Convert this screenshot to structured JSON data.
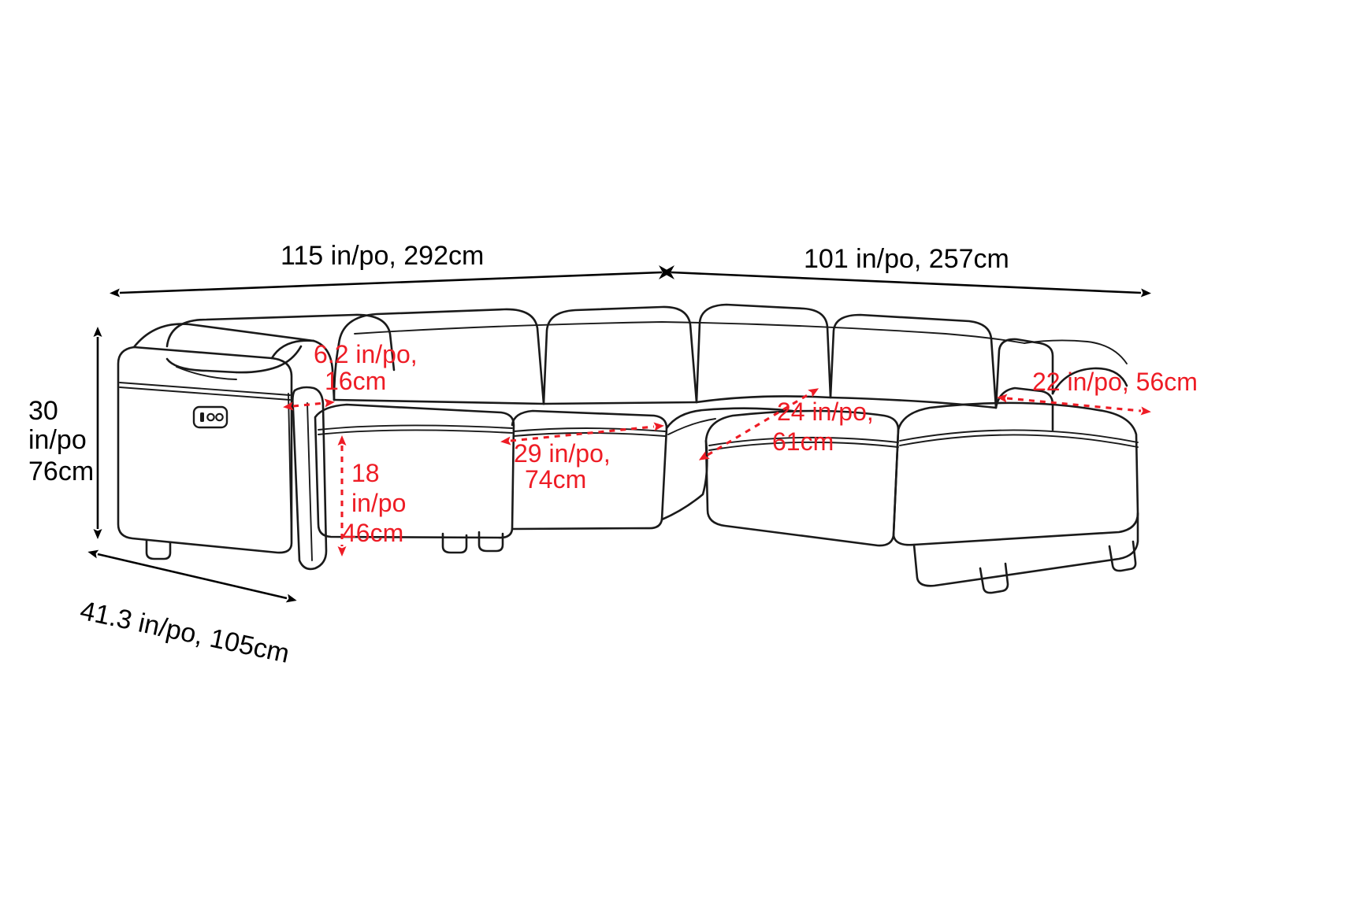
{
  "diagram": {
    "subject": "power-reclining-sectional-sofa",
    "view": "three-quarter-perspective-line-drawing",
    "units_note": "in/po",
    "colors": {
      "outline": "#1a1a1a",
      "overall_dimension": "#000000",
      "detail_dimension": "#ee1c25",
      "background": "#ffffff"
    }
  },
  "dimensions": {
    "overall_width_left": {
      "label": "115 in/po, 292cm",
      "inches": 115,
      "cm": 292,
      "color": "#000000",
      "style": "solid",
      "name": "overall-width-left-section"
    },
    "overall_width_right": {
      "label": "101 in/po, 257cm",
      "inches": 101,
      "cm": 257,
      "color": "#000000",
      "style": "solid",
      "name": "overall-width-right-section"
    },
    "overall_height": {
      "line1": "30",
      "line2": "in/po",
      "line3": "76cm",
      "inches": 30,
      "cm": 76,
      "color": "#000000",
      "style": "solid",
      "name": "overall-height"
    },
    "overall_depth": {
      "label": "41.3 in/po, 105cm",
      "inches": 41.3,
      "cm": 105,
      "color": "#000000",
      "style": "solid",
      "name": "overall-depth"
    },
    "arm_width": {
      "line1": "6.2 in/po,",
      "line2": "16cm",
      "inches": 6.2,
      "cm": 16,
      "color": "#ee1c25",
      "style": "dotted",
      "name": "arm-width"
    },
    "seat_height": {
      "line1": "18",
      "line2": "in/po",
      "line3": "46cm",
      "inches": 18,
      "cm": 46,
      "color": "#ee1c25",
      "style": "dotted",
      "name": "seat-height"
    },
    "seat_depth": {
      "line1": "29 in/po,",
      "line2": "74cm",
      "inches": 29,
      "cm": 74,
      "color": "#ee1c25",
      "style": "dotted",
      "name": "seat-depth"
    },
    "seat_width": {
      "line1": "24 in/po,",
      "line2": "61cm",
      "inches": 24,
      "cm": 61,
      "color": "#ee1c25",
      "style": "dotted",
      "name": "seat-width"
    },
    "chaise_width": {
      "label": "22 in/po, 56cm",
      "inches": 22,
      "cm": 56,
      "color": "#ee1c25",
      "style": "dotted",
      "name": "chaise-width"
    }
  },
  "features": {
    "control_panel": {
      "name": "power-recline-control-panel",
      "description": "button pad on outer arm"
    }
  }
}
